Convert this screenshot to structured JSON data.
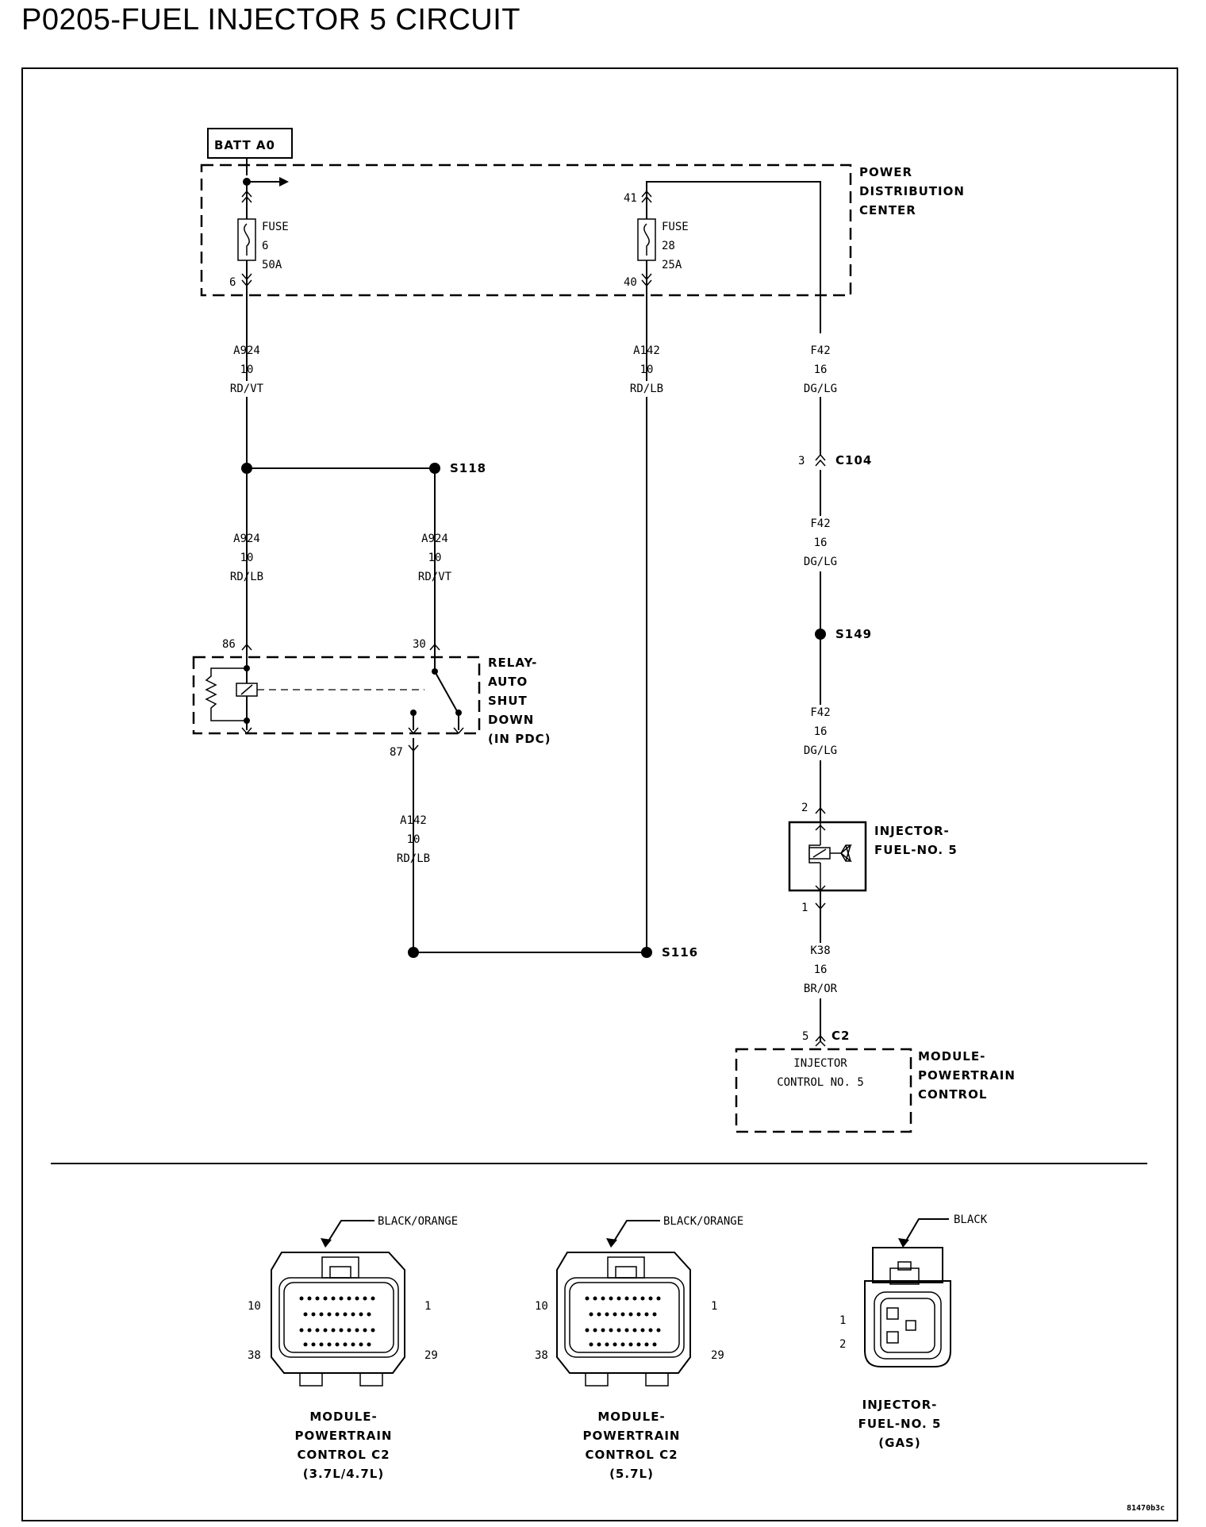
{
  "title": "P0205-FUEL INJECTOR 5 CIRCUIT",
  "batt": "BATT A0",
  "pdc": [
    "POWER",
    "DISTRIBUTION",
    "CENTER"
  ],
  "fuse6": {
    "l1": "FUSE",
    "l2": "6",
    "l3": "50A",
    "pin_top": "",
    "pin_bot": "6"
  },
  "fuse28": {
    "l1": "FUSE",
    "l2": "28",
    "l3": "25A",
    "pin_top": "41",
    "pin_bot": "40"
  },
  "wires": {
    "a924_top": [
      "A924",
      "10",
      "RD/VT"
    ],
    "a142_top": [
      "A142",
      "10",
      "RD/LB"
    ],
    "f42_top": [
      "F42",
      "16",
      "DG/LG"
    ],
    "a924_left": [
      "A924",
      "10",
      "RD/LB"
    ],
    "a924_right": [
      "A924",
      "10",
      "RD/VT"
    ],
    "f42_mid": [
      "F42",
      "16",
      "DG/LG"
    ],
    "f42_low": [
      "F42",
      "16",
      "DG/LG"
    ],
    "a142_low": [
      "A142",
      "10",
      "RD/LB"
    ],
    "k38": [
      "K38",
      "16",
      "BR/OR"
    ]
  },
  "splices": {
    "s118": "S118",
    "s149": "S149",
    "s116": "S116"
  },
  "c104": {
    "pin": "3",
    "name": "C104"
  },
  "relay": {
    "pin86": "86",
    "pin30": "30",
    "pin87": "87",
    "label": [
      "RELAY-",
      "AUTO",
      "SHUT",
      "DOWN",
      "(IN PDC)"
    ]
  },
  "injector": {
    "pin2": "2",
    "pin1": "1",
    "label": [
      "INJECTOR-",
      "FUEL-NO. 5"
    ]
  },
  "pcm": {
    "pin": "5",
    "conn": "C2",
    "inner": [
      "INJECTOR",
      "CONTROL NO. 5"
    ],
    "label": [
      "MODULE-",
      "POWERTRAIN",
      "CONTROL"
    ]
  },
  "connectors": [
    {
      "color": "BLACK/ORANGE",
      "pins": [
        "10",
        "1",
        "38",
        "29"
      ],
      "caption": [
        "MODULE-",
        "POWERTRAIN",
        "CONTROL C2",
        "(3.7L/4.7L)"
      ]
    },
    {
      "color": "BLACK/ORANGE",
      "pins": [
        "10",
        "1",
        "38",
        "29"
      ],
      "caption": [
        "MODULE-",
        "POWERTRAIN",
        "CONTROL C2",
        "(5.7L)"
      ]
    },
    {
      "color": "BLACK",
      "pins": [
        "1",
        "2"
      ],
      "caption": [
        "INJECTOR-",
        "FUEL-NO. 5",
        "(GAS)"
      ]
    }
  ],
  "figure_id": "81470b3c"
}
